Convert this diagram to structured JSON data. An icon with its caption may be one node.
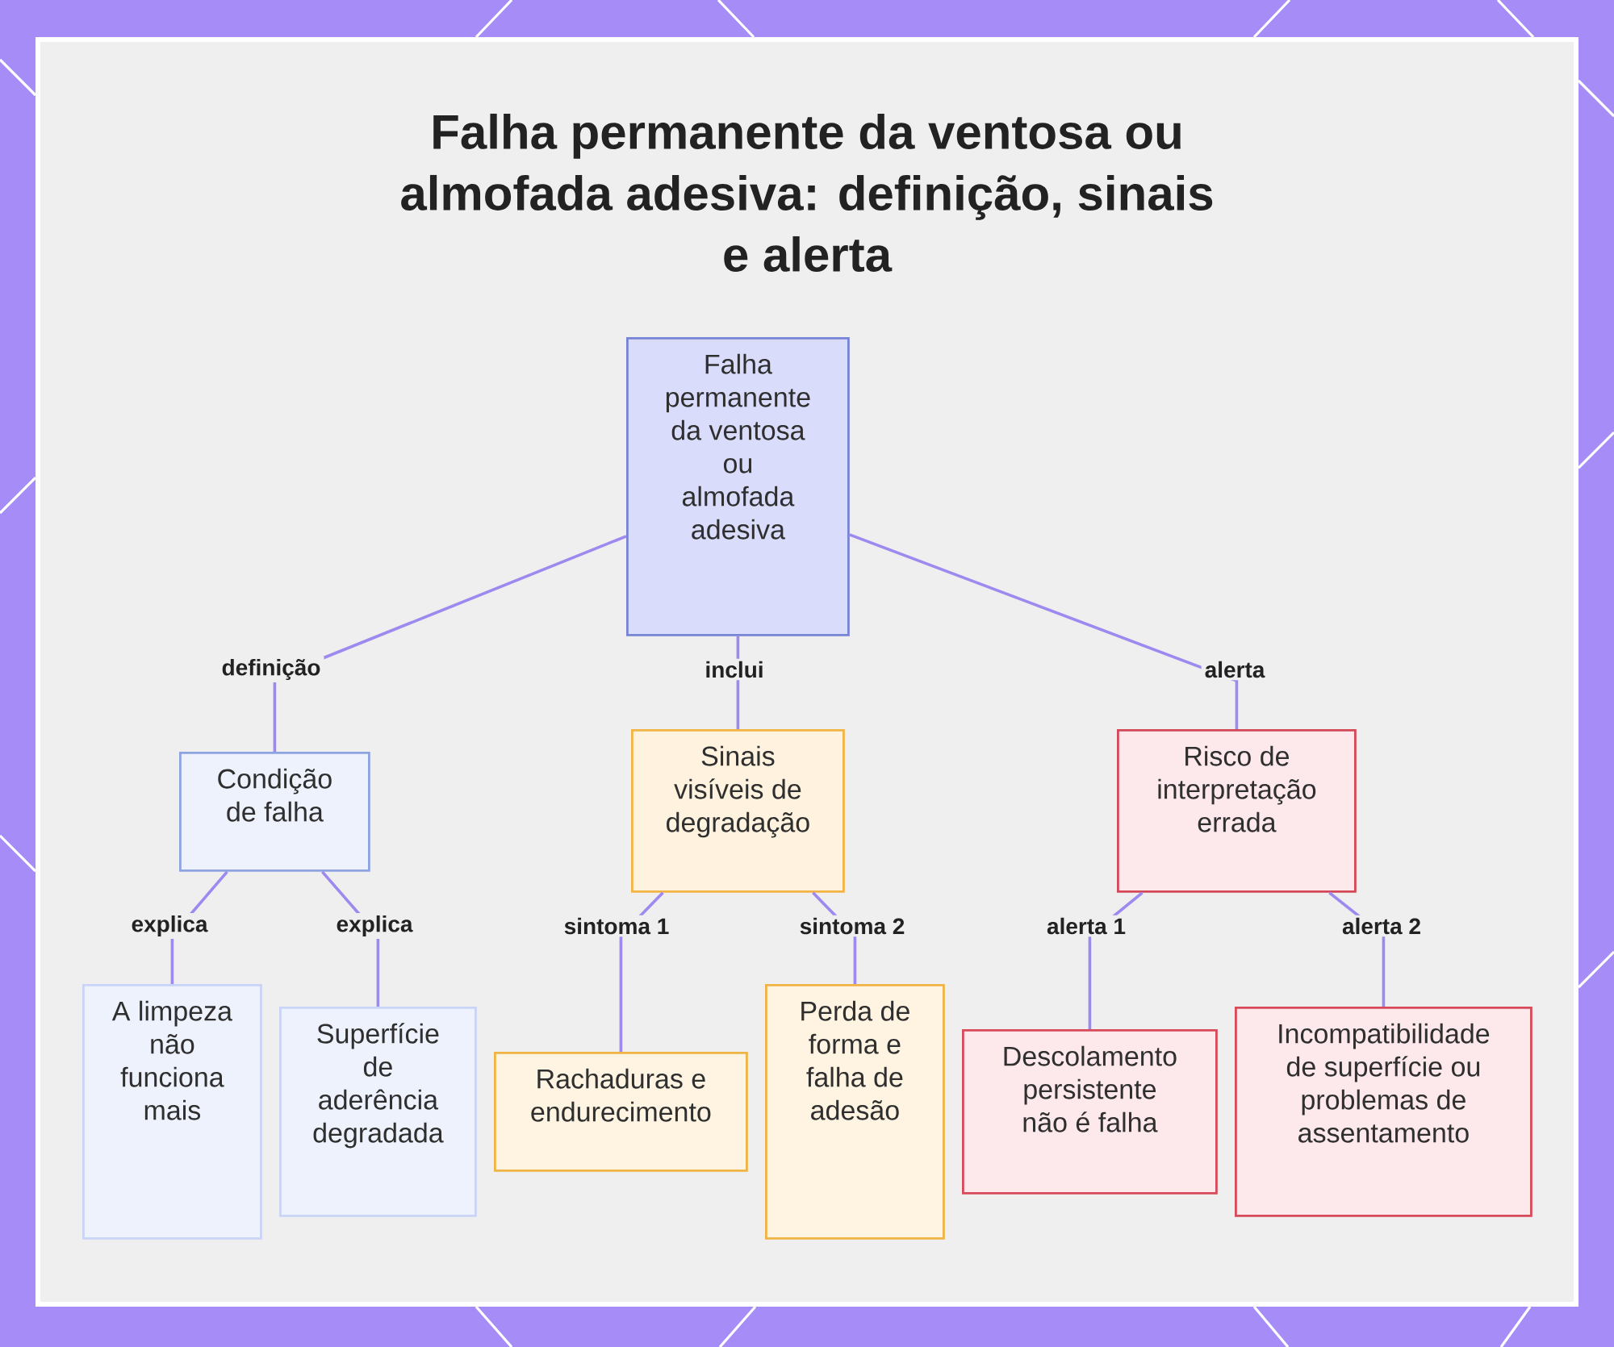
{
  "diagram": {
    "title": "Falha permanente da ventosa ou almofada adesiva: definição, sinais e alerta",
    "nodes": [
      {
        "text": [
          "Falha permanente da ventosa ou almofada adesiva"
        ]
      },
      {
        "text": [
          "Condição de falha"
        ]
      },
      {
        "text": [
          "Sinais visíveis de degradação"
        ]
      },
      {
        "text": [
          "Risco de interpretação errada"
        ]
      },
      {
        "text": [
          "A limpeza não funciona mais"
        ]
      },
      {
        "text": [
          "Superfície de aderência degradada"
        ]
      },
      {
        "text": [
          "Rachaduras e endurecimento"
        ]
      },
      {
        "text": [
          "Perda de forma e falha de adesão"
        ]
      },
      {
        "text": [
          "Descolamento persistente não é falha"
        ]
      },
      {
        "text": [
          "Incompatibilidade de superfície ou problemas de assentamento"
        ]
      }
    ],
    "edges": [
      {
        "from": 0,
        "to": 1,
        "arrow": "none",
        "label": "definição"
      },
      {
        "from": 0,
        "to": 2,
        "arrow": "none",
        "label": "inclui"
      },
      {
        "from": 0,
        "to": 3,
        "arrow": "none",
        "label": "alerta"
      },
      {
        "from": 1,
        "to": 4,
        "arrow": "none",
        "label": "explica"
      },
      {
        "from": 1,
        "to": 5,
        "arrow": "none",
        "label": "explica"
      },
      {
        "from": 2,
        "to": 6,
        "arrow": "none",
        "label": "sintoma 1"
      },
      {
        "from": 2,
        "to": 7,
        "arrow": "none",
        "label": "sintoma 2"
      },
      {
        "from": 3,
        "to": 8,
        "arrow": "none",
        "label": "alerta 1"
      },
      {
        "from": 3,
        "to": 9,
        "arrow": "none",
        "label": "alerta 2"
      }
    ]
  }
}
